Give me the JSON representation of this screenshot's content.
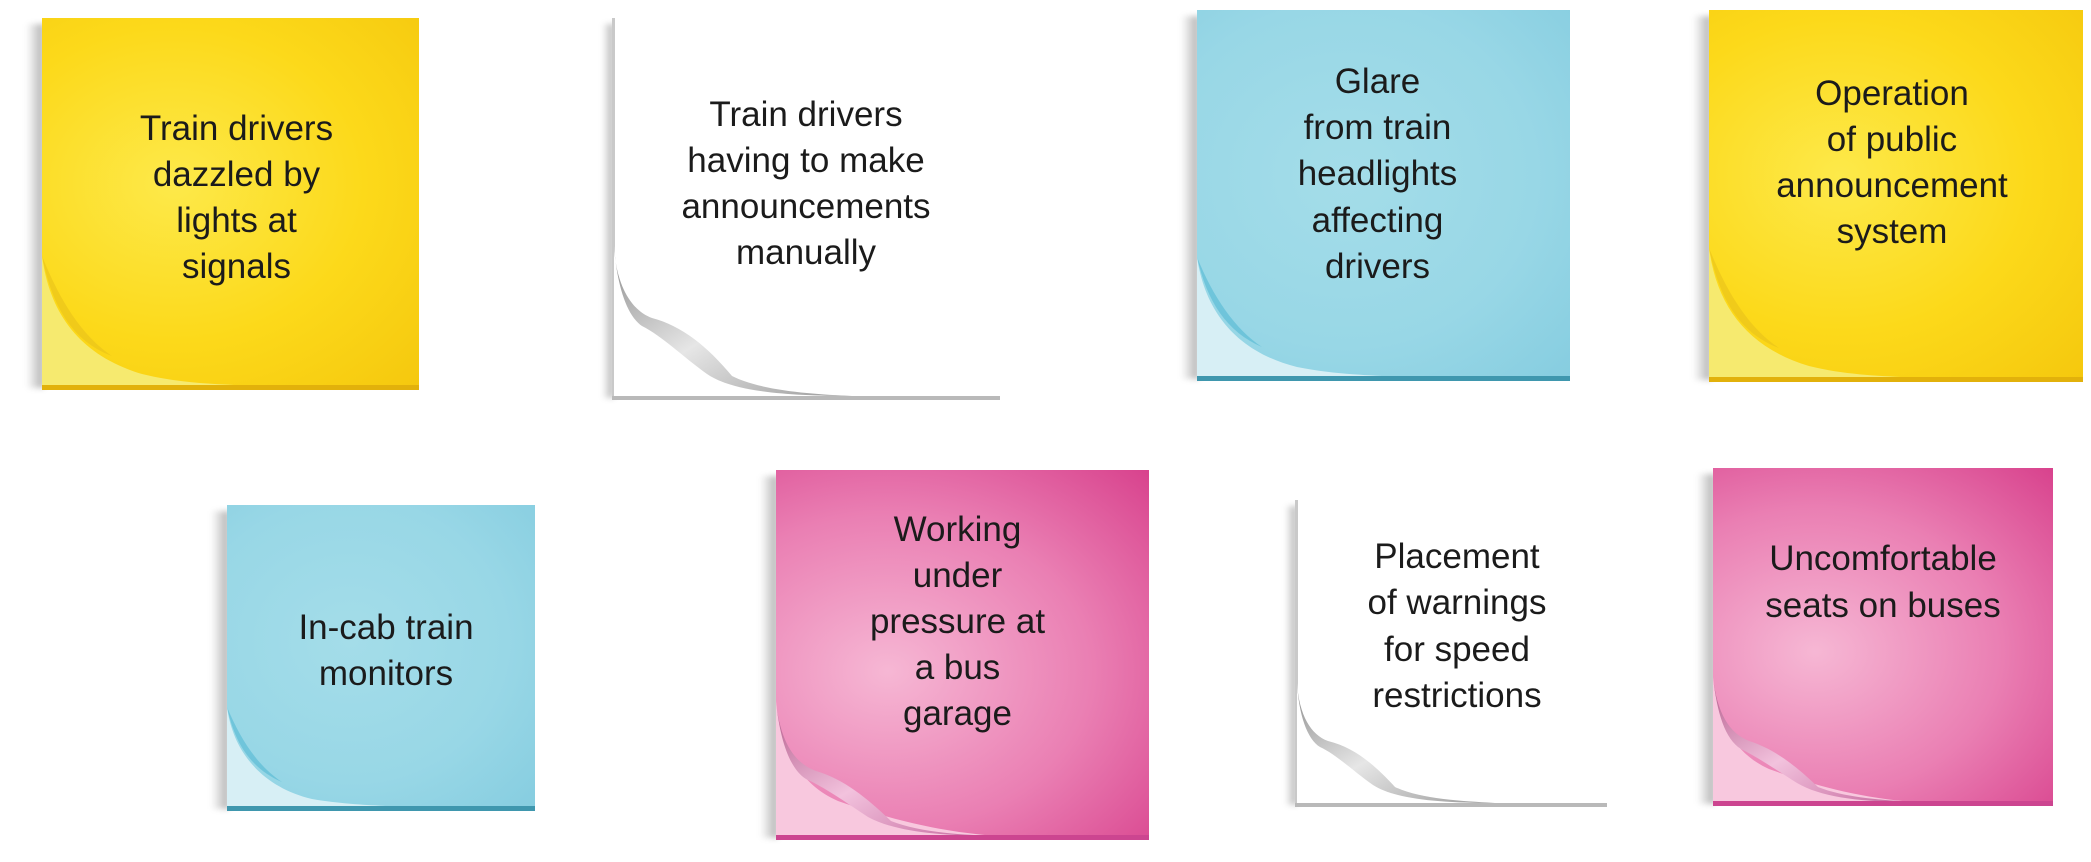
{
  "notes": [
    {
      "id": "n1",
      "color": "yellow",
      "text": "Train drivers\ndazzled by\nlights at\nsignals"
    },
    {
      "id": "n2",
      "color": "white",
      "text": "Train drivers\nhaving to make\nannouncements\nmanually"
    },
    {
      "id": "n3",
      "color": "blue",
      "text": "Glare\nfrom train\nheadlights\naffecting\ndrivers"
    },
    {
      "id": "n4",
      "color": "yellow",
      "text": "Operation\nof public\nannouncement\nsystem"
    },
    {
      "id": "n5",
      "color": "blue",
      "text": "In-cab train\nmonitors"
    },
    {
      "id": "n6",
      "color": "pink",
      "text": "Working\nunder\npressure at\na bus\ngarage"
    },
    {
      "id": "n7",
      "color": "white",
      "text": "Placement\nof warnings\nfor speed\nrestrictions"
    },
    {
      "id": "n8",
      "color": "pink",
      "text": "Uncomfortable\nseats on buses"
    }
  ]
}
